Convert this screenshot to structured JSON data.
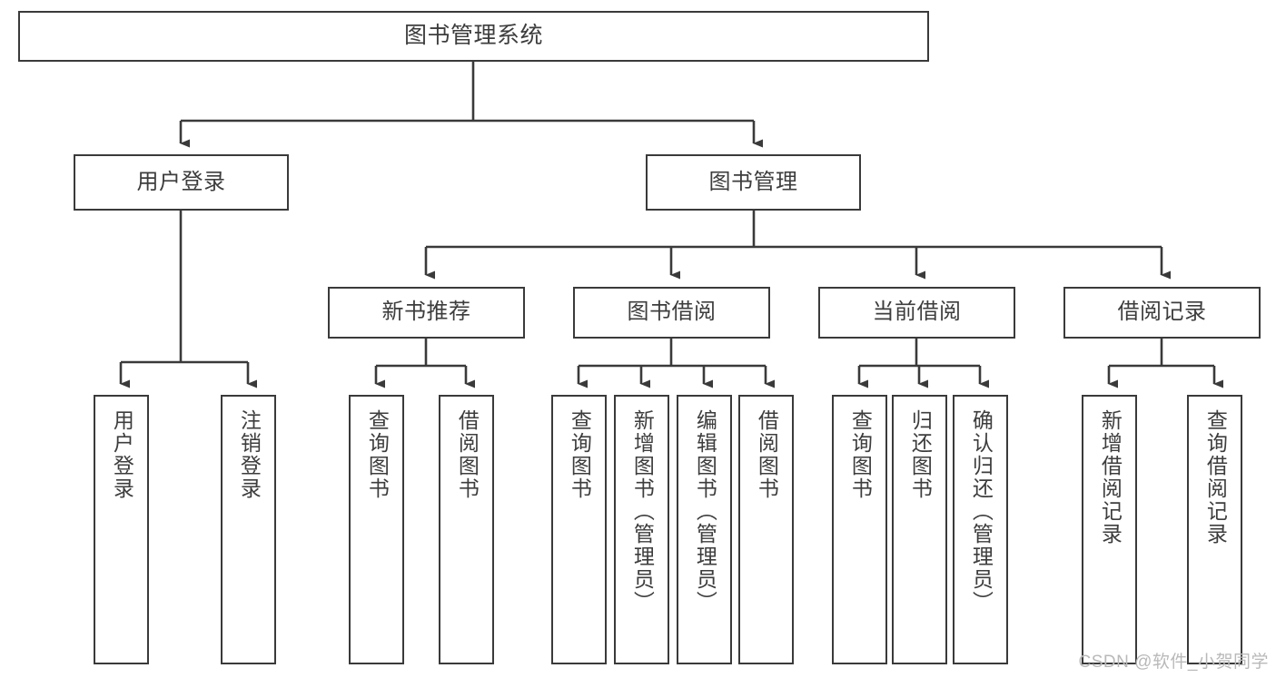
{
  "diagram": {
    "title": "图书管理系统",
    "type": "functional-structure-tree",
    "root": {
      "label": "图书管理系统"
    },
    "level2": [
      {
        "label": "用户登录"
      },
      {
        "label": "图书管理"
      }
    ],
    "level3": [
      {
        "label": "新书推荐"
      },
      {
        "label": "图书借阅"
      },
      {
        "label": "当前借阅"
      },
      {
        "label": "借阅记录"
      }
    ],
    "leaves": {
      "user_login": [
        {
          "label": "用户登录"
        },
        {
          "label": "注销登录"
        }
      ],
      "new_book": [
        {
          "label": "查询图书"
        },
        {
          "label": "借阅图书"
        }
      ],
      "book_borrow": [
        {
          "label": "查询图书"
        },
        {
          "label": "新增图书（管理员）"
        },
        {
          "label": "编辑图书（管理员）"
        },
        {
          "label": "借阅图书"
        }
      ],
      "current_borrow": [
        {
          "label": "查询图书"
        },
        {
          "label": "归还图书"
        },
        {
          "label": "确认归还（管理员）"
        }
      ],
      "borrow_record": [
        {
          "label": "新增借阅记录"
        },
        {
          "label": "查询借阅记录"
        }
      ]
    }
  },
  "watermark": {
    "text": "CSDN @软件_小贺同学"
  },
  "colors": {
    "border": "#3a3a3a",
    "text": "#3d3d3d",
    "background": "#ffffff",
    "watermark": "#b9b9b9"
  }
}
